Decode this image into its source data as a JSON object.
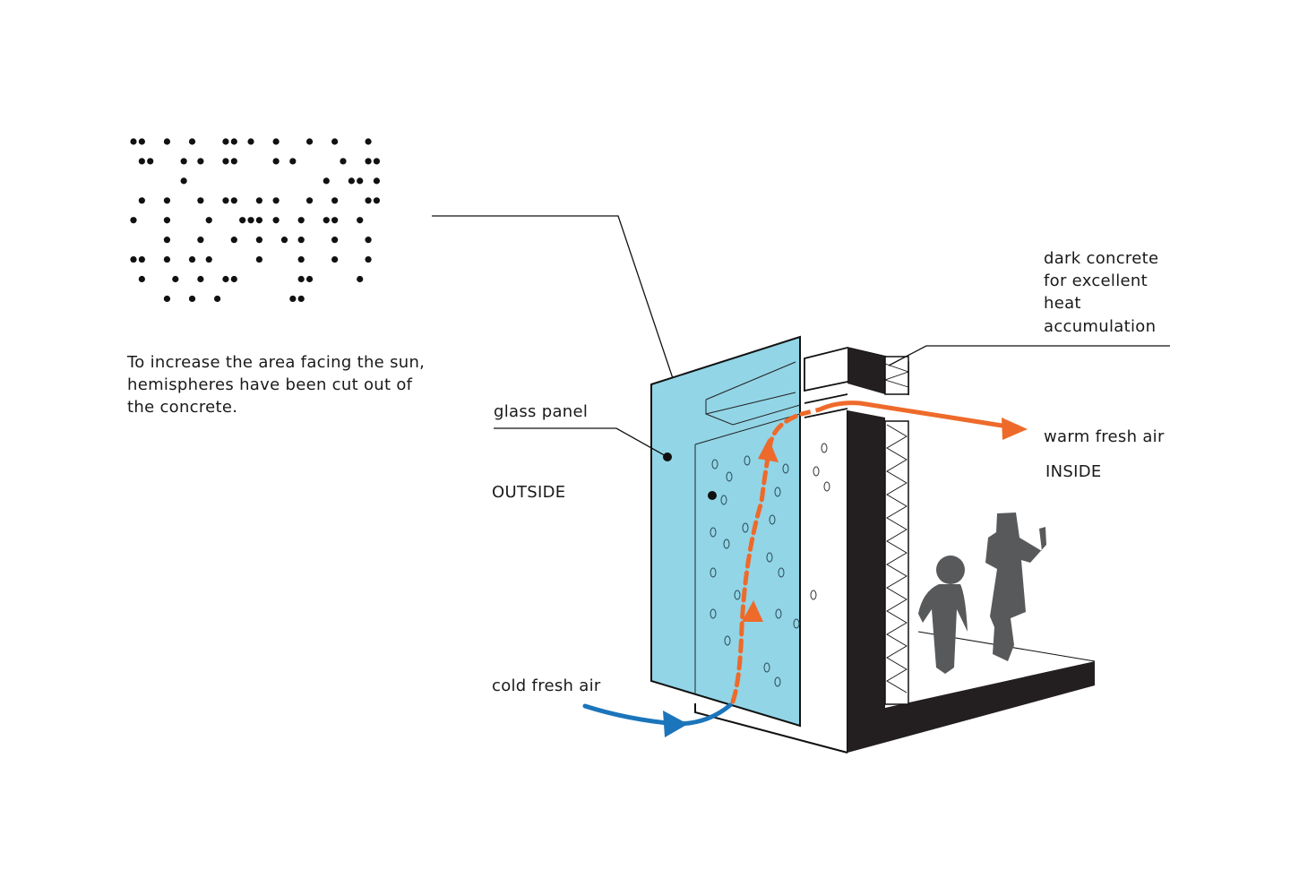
{
  "caption": {
    "lines": [
      "To increase the area facing the sun,",
      "hemispheres have been cut out of",
      "the concrete."
    ]
  },
  "labels": {
    "glass_panel": "glass panel",
    "outside": "OUTSIDE",
    "cold_air": "cold fresh air",
    "dark_concrete": [
      "dark concrete",
      "for excellent",
      "heat",
      "accumulation"
    ],
    "warm_air": "warm fresh air",
    "inside": "INSIDE"
  },
  "braille": {
    "rows": [
      "110010010001101001000100100010",
      "011000101001100001010000010011",
      "000000100000000000000001001101",
      "010010001001100101000100100011",
      "100010000100011101001001100100",
      "000010001000100100101000100010",
      "110010010100000100001000100010",
      "010001001001100000001100000100",
      "000010010010000000011000000000"
    ]
  },
  "colors": {
    "glass": "#92D5E6",
    "warm_arrow": "#EE6A2B",
    "cold_arrow": "#1B75BB",
    "concrete": "#231F20",
    "people": "#58595B"
  }
}
